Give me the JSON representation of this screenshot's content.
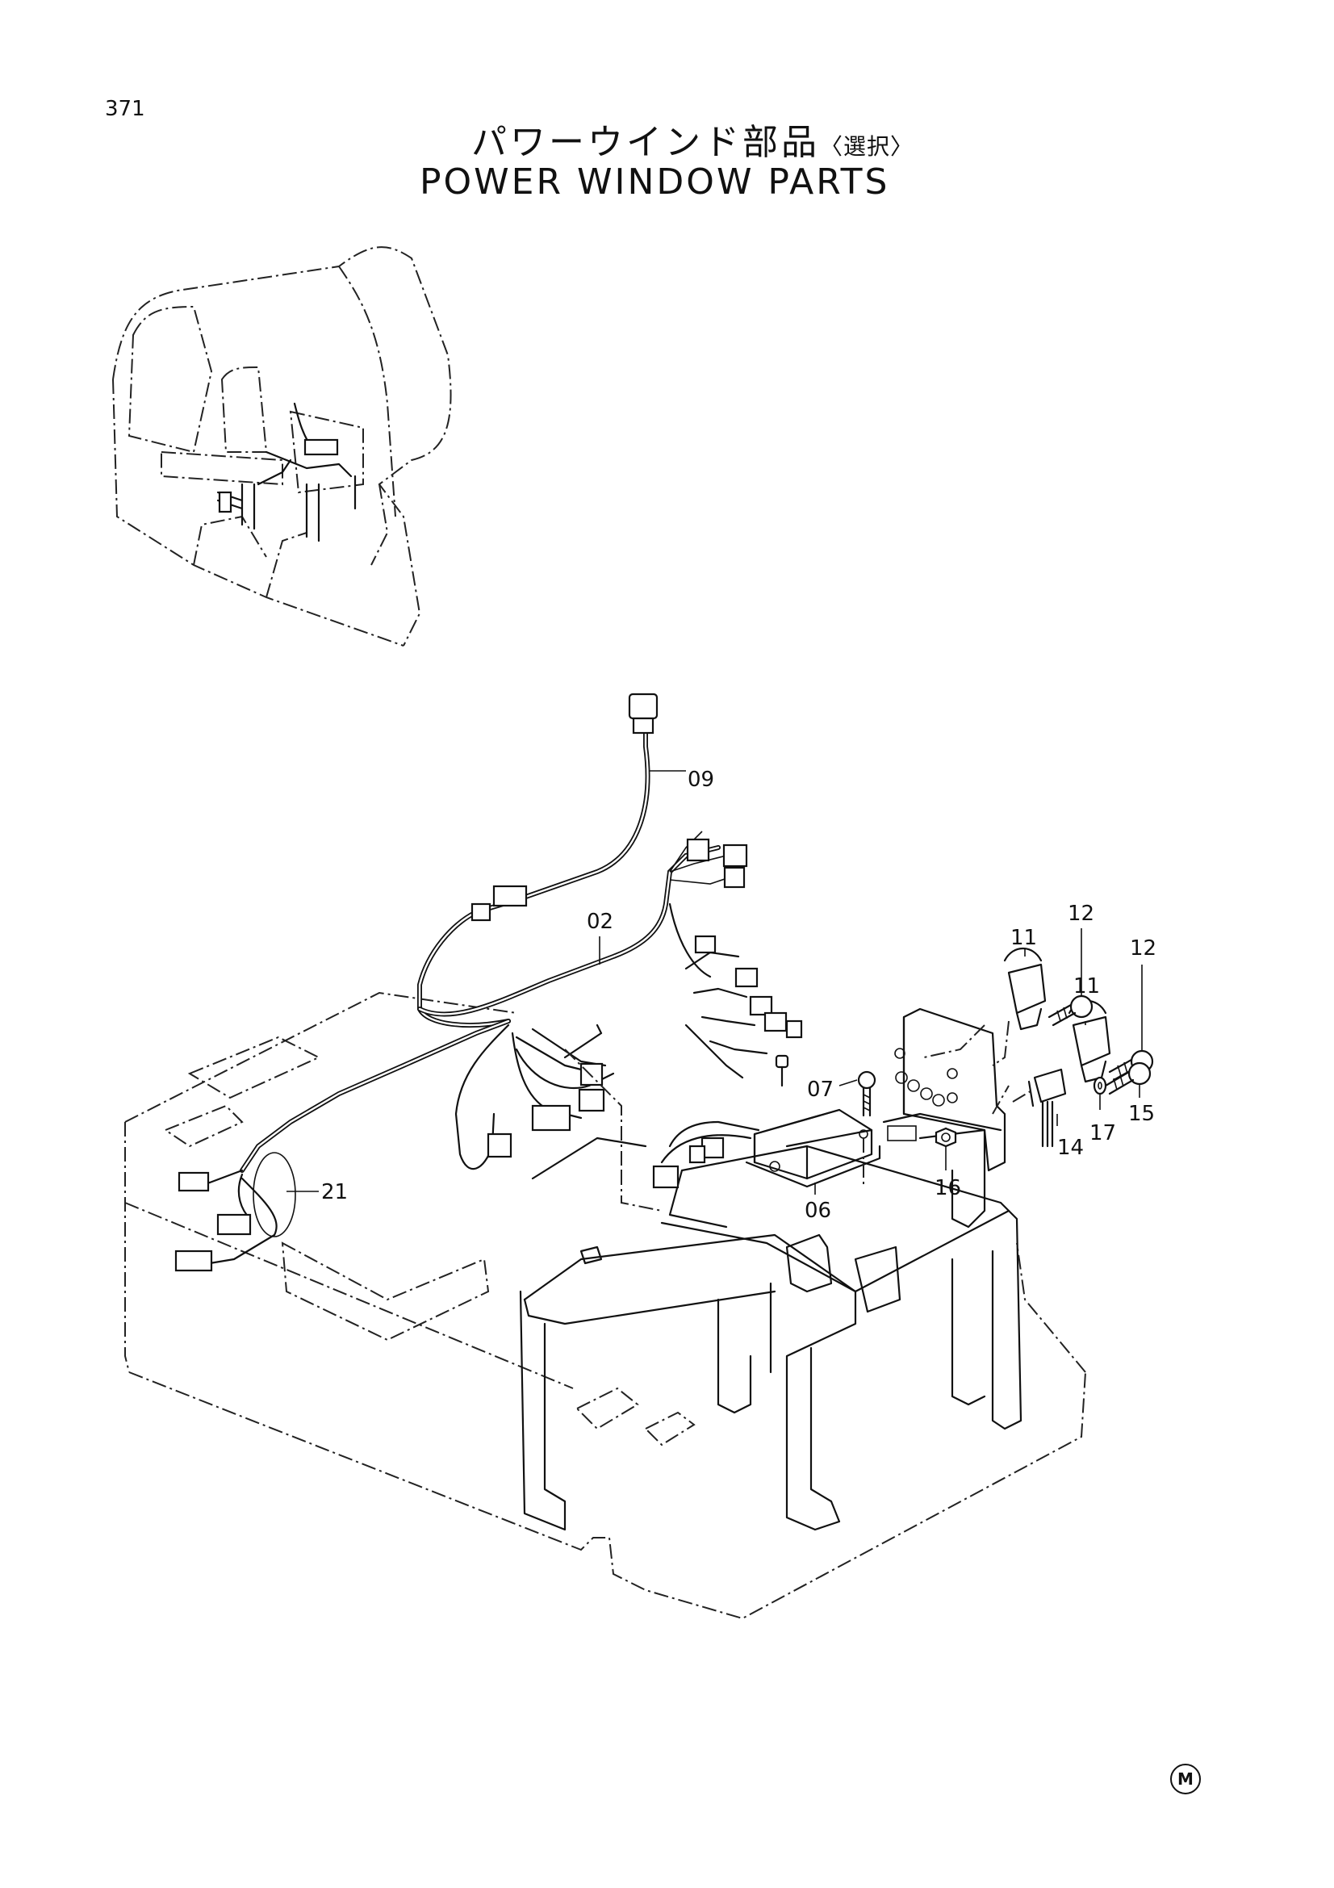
{
  "page_number": "371",
  "title_jp": "パワーウインド部品",
  "title_jp_option": "〈選択〉",
  "title_en": "POWER WINDOW PARTS",
  "part_callouts": {
    "p09": "09",
    "p02": "02",
    "p12a": "12",
    "p12b": "12",
    "p11a": "11",
    "p11b": "11",
    "p07": "07",
    "p15": "15",
    "p17": "17",
    "p14": "14",
    "p16": "16",
    "p06": "06",
    "p21": "21"
  },
  "corner_mark": "M"
}
